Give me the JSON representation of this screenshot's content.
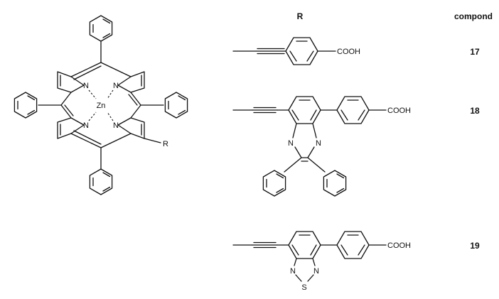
{
  "headers": {
    "r_column": "R",
    "compound_column": "compond"
  },
  "porphyrin": {
    "metal": "Zn",
    "nitrogen": "N",
    "substituent": "R"
  },
  "atoms": {
    "nitrogen": "N",
    "sulfur": "S"
  },
  "rows": [
    {
      "group": "COOH",
      "compound": "17"
    },
    {
      "group": "COOH",
      "compound": "18"
    },
    {
      "group": "COOH",
      "compound": "19"
    }
  ]
}
